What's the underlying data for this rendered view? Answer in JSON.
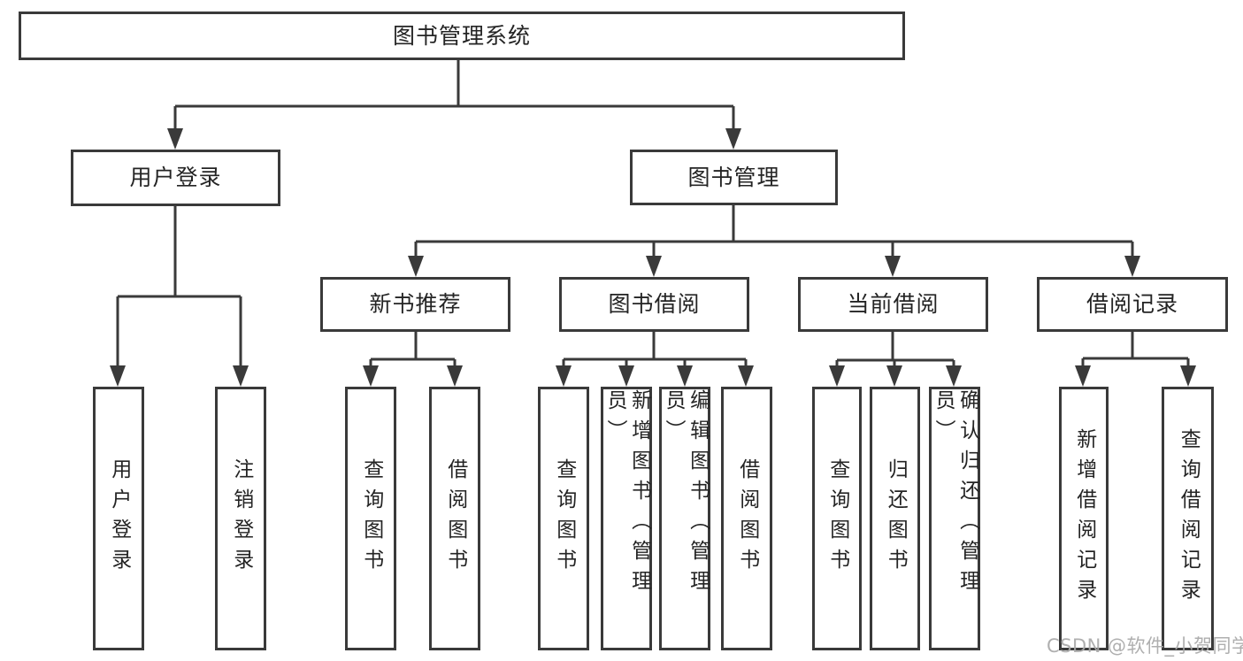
{
  "page": {
    "background": "#ffffff"
  },
  "style": {
    "line_color": "#3a3a3a",
    "box_border_color": "#3a3a3a",
    "box_fill": "#ffffff",
    "text_color": "#242424",
    "watermark_color": "#a8a8a8"
  },
  "tree": {
    "root": {
      "label": "图书管理系统"
    },
    "level2": [
      {
        "label": "用户登录",
        "children": [
          {
            "label": "用户登录"
          },
          {
            "label": "注销登录"
          }
        ]
      },
      {
        "label": "图书管理",
        "children": [
          {
            "label": "新书推荐",
            "children": [
              {
                "label": "查询图书"
              },
              {
                "label": "借阅图书"
              }
            ]
          },
          {
            "label": "图书借阅",
            "children": [
              {
                "label": "查询图书"
              },
              {
                "label": "新增图书（管理员）"
              },
              {
                "label": "编辑图书（管理员）"
              },
              {
                "label": "借阅图书"
              }
            ]
          },
          {
            "label": "当前借阅",
            "children": [
              {
                "label": "查询图书"
              },
              {
                "label": "归还图书"
              },
              {
                "label": "确认归还（管理员）"
              }
            ]
          },
          {
            "label": "借阅记录",
            "children": [
              {
                "label": "新增借阅记录"
              },
              {
                "label": "查询借阅记录"
              }
            ]
          }
        ]
      }
    ]
  },
  "watermark": {
    "text": "CSDN @软件_小贺同学"
  }
}
